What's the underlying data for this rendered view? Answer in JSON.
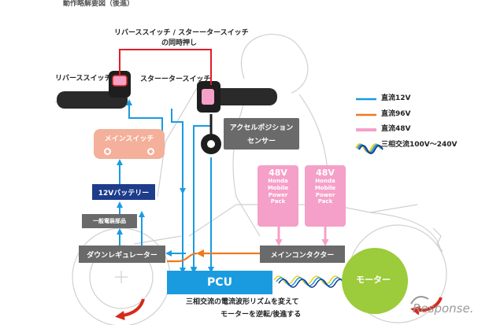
{
  "title": "動作略解要図（後進）",
  "labels": {
    "interlock_top": "リバーススイッチ / スターータースイッチ",
    "interlock_bottom": "の同時押し",
    "reverse_switch": "リバーススイッチ",
    "starter_switch": "スターータースイッチ",
    "accel_line1": "アクセルポジション",
    "accel_line2": "センサー",
    "main_switch": "メインスイッチ",
    "battery_12v": "12Vバッテリー",
    "electrical_components": "一般電装部品",
    "down_regulator": "ダウンレギュレーター",
    "main_contactor": "メインコンタクター",
    "pcu": "PCU",
    "motor": "モーター",
    "bottom_line1": "三相交流の電流波形リズムを変えて",
    "bottom_line2": "モーターを逆転/後進する",
    "watermark": "Response."
  },
  "packs": [
    {
      "voltage": "48V",
      "lines": [
        "Honda",
        "Mobile",
        "Power",
        "Pack"
      ]
    },
    {
      "voltage": "48V",
      "lines": [
        "Honda",
        "Mobile",
        "Power",
        "Pack"
      ]
    }
  ],
  "legend": [
    {
      "label": "直流12V",
      "color": "#1a9be0",
      "type": "line"
    },
    {
      "label": "直流96V",
      "color": "#f0781e",
      "type": "line"
    },
    {
      "label": "直流48V",
      "color": "#f5a0c8",
      "type": "line"
    },
    {
      "label": "三相交流100V～240V",
      "color": "#e8d21a",
      "type": "wave"
    }
  ],
  "colors": {
    "dc12": "#1a9be0",
    "dc96": "#f0781e",
    "dc48": "#f5a0c8",
    "interlock": "#e21c2a",
    "gray_box": "#6a6a6a",
    "motor": "#9ccb3b",
    "pcu": "#1a9be0",
    "battery": "#1e3c8c",
    "main_switch": "#f4b09a",
    "arrow": "#d62a1a"
  }
}
